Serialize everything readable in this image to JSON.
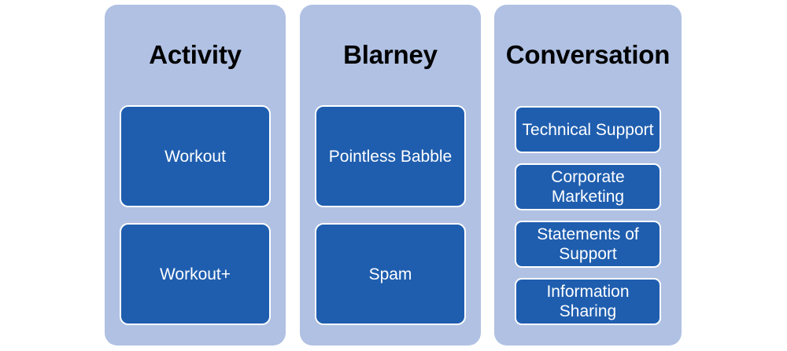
{
  "diagram": {
    "type": "three-column-category-grouping",
    "background_color": "#ffffff",
    "panel_color": "#b0c1e3",
    "card_color": "#1f5eaf",
    "card_border_color": "#ffffff",
    "title_color": "#000000",
    "columns": [
      {
        "title": "Activity",
        "items": [
          {
            "label": "Workout"
          },
          {
            "label": "Workout+"
          }
        ]
      },
      {
        "title": "Blarney",
        "items": [
          {
            "label": "Pointless Babble"
          },
          {
            "label": "Spam"
          }
        ]
      },
      {
        "title": "Conversation",
        "items": [
          {
            "label": "Technical Support"
          },
          {
            "label": "Corporate\nMarketing"
          },
          {
            "label": "Statements of\nSupport"
          },
          {
            "label": "Information\nSharing"
          }
        ]
      }
    ]
  }
}
